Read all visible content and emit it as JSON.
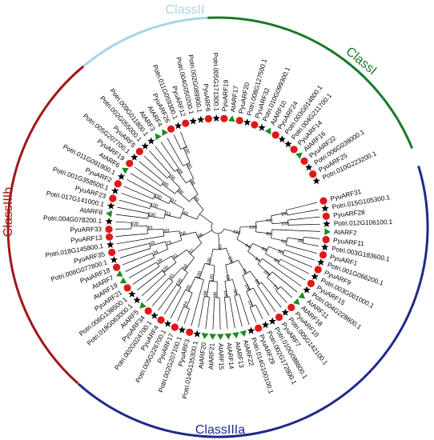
{
  "classes": [
    {
      "name": "ClassII",
      "color": "#a8d4e6"
    },
    {
      "name": "ClassI",
      "color": "#1a7a2a"
    },
    {
      "name": "ClassIIIa",
      "color": "#1f2a8c"
    },
    {
      "name": "ClassIIIb",
      "color": "#a01818"
    }
  ],
  "markers": {
    "circle_color": "#e01818",
    "triangle_color": "#1e8a1e",
    "star_color": "#000000"
  },
  "leaves": [
    {
      "label": "PyuARF31",
      "marker": "circle"
    },
    {
      "label": "Potri.015G105300.1",
      "marker": "star"
    },
    {
      "label": "PyuARF28",
      "marker": "circle"
    },
    {
      "label": "Potri.012G106100.1",
      "marker": "star"
    },
    {
      "label": "AtARF2",
      "marker": "triangle"
    },
    {
      "label": "PyuARF11",
      "marker": "circle"
    },
    {
      "label": "Potri.003G183600.1",
      "marker": "star"
    },
    {
      "label": "PyuARF1",
      "marker": "circle"
    },
    {
      "label": "Potri.001G066200.1",
      "marker": "star"
    },
    {
      "label": "PyuARF9",
      "marker": "circle"
    },
    {
      "label": "Potri.003G001000.1",
      "marker": "star"
    },
    {
      "label": "PyuARF15",
      "marker": "circle"
    },
    {
      "label": "Potri.004G228600.1",
      "marker": "star"
    },
    {
      "label": "AtARF11",
      "marker": "triangle"
    },
    {
      "label": "AtARF18",
      "marker": "triangle"
    },
    {
      "label": "PyuARF10",
      "marker": "circle"
    },
    {
      "label": "Potri.005G142100.1",
      "marker": "star"
    },
    {
      "label": "PyuARF7",
      "marker": "circle"
    },
    {
      "label": "Potri.010G088600.1",
      "marker": "star"
    },
    {
      "label": "Potri.002G172800.1",
      "marker": "star"
    },
    {
      "label": "PyuARF29",
      "marker": "circle"
    },
    {
      "label": "Potri.014G100100.1",
      "marker": "star"
    },
    {
      "label": "AtARF22",
      "marker": "triangle"
    },
    {
      "label": "AtARF13",
      "marker": "triangle"
    },
    {
      "label": "AtARF14",
      "marker": "triangle"
    },
    {
      "label": "AtARF15",
      "marker": "triangle"
    },
    {
      "label": "AtARF21",
      "marker": "triangle"
    },
    {
      "label": "AtARF20",
      "marker": "triangle"
    },
    {
      "label": "Potri.014G135300.1",
      "marker": "star"
    },
    {
      "label": "PyuARF3",
      "marker": "circle"
    },
    {
      "label": "Potri.002G207100.1",
      "marker": "star"
    },
    {
      "label": "PyuARF17",
      "marker": "circle"
    },
    {
      "label": "Potri.005G226700.1",
      "marker": "star"
    },
    {
      "label": "PyuARF4",
      "marker": "circle"
    },
    {
      "label": "Potri.002G024700.1",
      "marker": "star"
    },
    {
      "label": "PyuARF34",
      "marker": "circle"
    },
    {
      "label": "AtARF5",
      "marker": "triangle"
    },
    {
      "label": "Potri.018G063000.1",
      "marker": "star"
    },
    {
      "label": "Potri.006G138500.1",
      "marker": "star"
    },
    {
      "label": "PyuARF21",
      "marker": "circle"
    },
    {
      "label": "AtARF19",
      "marker": "triangle"
    },
    {
      "label": "AtARF7",
      "marker": "triangle"
    },
    {
      "label": "PyuARF18",
      "marker": "circle"
    },
    {
      "label": "Potri.006G077800.1",
      "marker": "star"
    },
    {
      "label": "PyuARF35",
      "marker": "circle"
    },
    {
      "label": "Potri.018G145800.1",
      "marker": "star"
    },
    {
      "label": "PyuARF13",
      "marker": "circle"
    },
    {
      "label": "PyuARF33",
      "marker": "circle"
    },
    {
      "label": "Potri.004G078200.1",
      "marker": "star"
    },
    {
      "label": "AtARF8",
      "marker": "triangle"
    },
    {
      "label": "Potri.017G141000.1",
      "marker": "star"
    },
    {
      "label": "PyuARF23",
      "marker": "circle"
    },
    {
      "label": "Potri.001G358500.1",
      "marker": "star"
    },
    {
      "label": "PyuARF2",
      "marker": "circle"
    },
    {
      "label": "Potri.011G091900.1",
      "marker": "star"
    },
    {
      "label": "AtARF6",
      "marker": "triangle"
    },
    {
      "label": "PyuARF19",
      "marker": "circle"
    },
    {
      "label": "Potri.005G207700.1",
      "marker": "star"
    },
    {
      "label": "PyuARF5",
      "marker": "circle"
    },
    {
      "label": "Potri.002G055000.1",
      "marker": "star"
    },
    {
      "label": "Potri.009G011800.1",
      "marker": "star"
    },
    {
      "label": "AtARF3",
      "marker": "triangle"
    },
    {
      "label": "AtARF4",
      "marker": "triangle"
    },
    {
      "label": "PyuARF26",
      "marker": "circle"
    },
    {
      "label": "Potri.011G059300.1",
      "marker": "star"
    },
    {
      "label": "PyuARF12",
      "marker": "circle"
    },
    {
      "label": "Potri.004G050200.1",
      "marker": "star"
    },
    {
      "label": "Potri.002G089900.1",
      "marker": "star"
    },
    {
      "label": "PyuARF6",
      "marker": "circle"
    },
    {
      "label": "Potri.005G171300.1",
      "marker": "star"
    },
    {
      "label": "PyuARF19",
      "marker": "circle"
    },
    {
      "label": "AtARF17",
      "marker": "triangle"
    },
    {
      "label": "PyuARF20",
      "marker": "circle"
    },
    {
      "label": "Potri.008G127500.1",
      "marker": "star"
    },
    {
      "label": "PyuARF32",
      "marker": "circle"
    },
    {
      "label": "Potri.010G099300.1",
      "marker": "star"
    },
    {
      "label": "AtARF10",
      "marker": "triangle"
    },
    {
      "label": "PyuARF24",
      "marker": "circle"
    },
    {
      "label": "Potri.003G014800.1",
      "marker": "star"
    },
    {
      "label": "Potri.004G211700.1",
      "marker": "star"
    },
    {
      "label": "PyuARF14",
      "marker": "circle"
    },
    {
      "label": "AtARF16",
      "marker": "triangle"
    },
    {
      "label": "PyuARF22",
      "marker": "circle"
    },
    {
      "label": "Potri.006G039000.1",
      "marker": "star"
    },
    {
      "label": "PyuARF25",
      "marker": "circle"
    },
    {
      "label": "Potri.010G223200.1",
      "marker": "star"
    }
  ],
  "bootstrap_values": [
    "99",
    "100",
    "74",
    "38",
    "92",
    "99",
    "100",
    "30",
    "46",
    "99",
    "71",
    "100",
    "97",
    "44",
    "100",
    "99",
    "100",
    "100",
    "76",
    "50",
    "100",
    "58",
    "100",
    "96",
    "98",
    "100",
    "84",
    "99",
    "100",
    "100",
    "73",
    "100",
    "41",
    "50",
    "100",
    "39",
    "91",
    "51",
    "34",
    "65",
    "75",
    "100",
    "81",
    "93",
    "58",
    "98",
    "100",
    "100",
    "53",
    "100",
    "97",
    "49",
    "95",
    "46",
    "99",
    "88",
    "100",
    "80",
    "96",
    "99"
  ]
}
